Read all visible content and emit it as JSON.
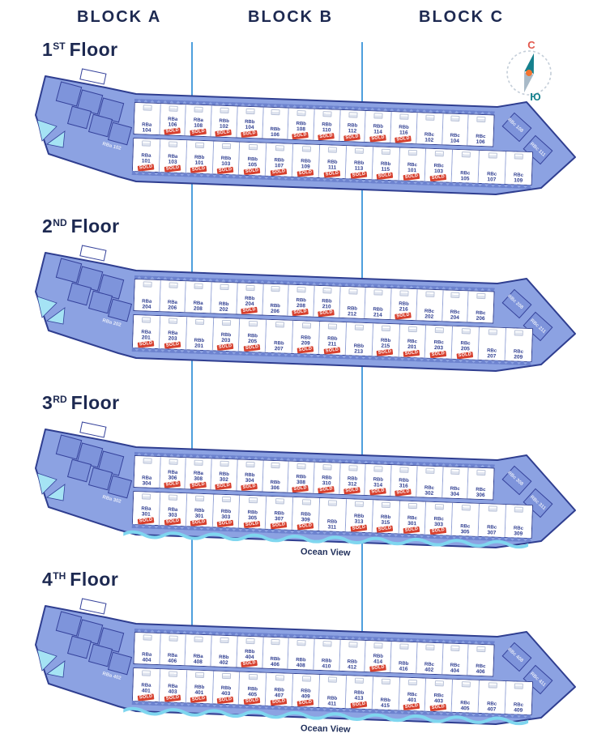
{
  "header": {
    "blocks": [
      "BLOCK A",
      "BLOCK B",
      "BLOCK C"
    ]
  },
  "compass": {
    "north": "С",
    "south": "Ю"
  },
  "ocean_view_label": "Ocean View",
  "sold_label": "SOLD",
  "colors": {
    "navy_text": "#1d2951",
    "building_fill": "#8ca2e2",
    "building_outline": "#2f3e90",
    "sold_red": "#d7402e",
    "divider_blue": "#4e9fdd",
    "ocean_cyan": "#7fd6ef",
    "pool_cyan": "#a5e3f4"
  },
  "floors": [
    {
      "ordinal": "1",
      "suffix": "ST",
      "word": "Floor",
      "ocean_view": false,
      "end_labels": {
        "left": "RBa 102",
        "right_top": "RBc 108",
        "right_bottom": "RBc 111"
      },
      "top_row": [
        {
          "code": "RBa",
          "num": "104",
          "sold": false
        },
        {
          "code": "RBa",
          "num": "106",
          "sold": true
        },
        {
          "code": "RBa",
          "num": "108",
          "sold": true
        },
        {
          "code": "RBb",
          "num": "102",
          "sold": true
        },
        {
          "code": "RBb",
          "num": "104",
          "sold": true
        },
        {
          "code": "RBb",
          "num": "106",
          "sold": false
        },
        {
          "code": "RBb",
          "num": "108",
          "sold": true
        },
        {
          "code": "RBb",
          "num": "110",
          "sold": true
        },
        {
          "code": "RBb",
          "num": "112",
          "sold": true
        },
        {
          "code": "RBb",
          "num": "114",
          "sold": true
        },
        {
          "code": "RBb",
          "num": "116",
          "sold": true
        },
        {
          "code": "RBc",
          "num": "102",
          "sold": false
        },
        {
          "code": "RBc",
          "num": "104",
          "sold": false
        },
        {
          "code": "RBc",
          "num": "106",
          "sold": false
        }
      ],
      "bottom_row": [
        {
          "code": "RBa",
          "num": "101",
          "sold": true
        },
        {
          "code": "RBa",
          "num": "103",
          "sold": true
        },
        {
          "code": "RBb",
          "num": "101",
          "sold": true
        },
        {
          "code": "RBb",
          "num": "103",
          "sold": true
        },
        {
          "code": "RBb",
          "num": "105",
          "sold": true
        },
        {
          "code": "RBb",
          "num": "107",
          "sold": true
        },
        {
          "code": "RBb",
          "num": "109",
          "sold": true
        },
        {
          "code": "RBb",
          "num": "111",
          "sold": true
        },
        {
          "code": "RBb",
          "num": "113",
          "sold": true
        },
        {
          "code": "RBb",
          "num": "115",
          "sold": true
        },
        {
          "code": "RBc",
          "num": "101",
          "sold": true
        },
        {
          "code": "RBc",
          "num": "103",
          "sold": true
        },
        {
          "code": "RBc",
          "num": "105",
          "sold": false
        },
        {
          "code": "RBc",
          "num": "107",
          "sold": false
        },
        {
          "code": "RBc",
          "num": "109",
          "sold": false
        }
      ]
    },
    {
      "ordinal": "2",
      "suffix": "ND",
      "word": "Floor",
      "ocean_view": false,
      "end_labels": {
        "left": "RBa 202",
        "right_top": "RBc 208",
        "right_bottom": "RBc 211"
      },
      "top_row": [
        {
          "code": "RBa",
          "num": "204",
          "sold": false
        },
        {
          "code": "RBa",
          "num": "206",
          "sold": false
        },
        {
          "code": "RBa",
          "num": "208",
          "sold": false
        },
        {
          "code": "RBb",
          "num": "202",
          "sold": false
        },
        {
          "code": "RBb",
          "num": "204",
          "sold": true
        },
        {
          "code": "RBb",
          "num": "206",
          "sold": false
        },
        {
          "code": "RBb",
          "num": "208",
          "sold": true
        },
        {
          "code": "RBb",
          "num": "210",
          "sold": true
        },
        {
          "code": "RBb",
          "num": "212",
          "sold": false
        },
        {
          "code": "RBb",
          "num": "214",
          "sold": false
        },
        {
          "code": "RBb",
          "num": "216",
          "sold": true
        },
        {
          "code": "RBc",
          "num": "202",
          "sold": false
        },
        {
          "code": "RBc",
          "num": "204",
          "sold": false
        },
        {
          "code": "RBc",
          "num": "206",
          "sold": false
        }
      ],
      "bottom_row": [
        {
          "code": "RBa",
          "num": "201",
          "sold": true
        },
        {
          "code": "RBa",
          "num": "203",
          "sold": true
        },
        {
          "code": "RBb",
          "num": "201",
          "sold": false
        },
        {
          "code": "RBb",
          "num": "203",
          "sold": true
        },
        {
          "code": "RBb",
          "num": "205",
          "sold": true
        },
        {
          "code": "RBb",
          "num": "207",
          "sold": false
        },
        {
          "code": "RBb",
          "num": "209",
          "sold": true
        },
        {
          "code": "RBb",
          "num": "211",
          "sold": true
        },
        {
          "code": "RBb",
          "num": "213",
          "sold": false
        },
        {
          "code": "RBb",
          "num": "215",
          "sold": true
        },
        {
          "code": "RBc",
          "num": "201",
          "sold": true
        },
        {
          "code": "RBc",
          "num": "203",
          "sold": true
        },
        {
          "code": "RBc",
          "num": "205",
          "sold": true
        },
        {
          "code": "RBc",
          "num": "207",
          "sold": false
        },
        {
          "code": "RBc",
          "num": "209",
          "sold": false
        }
      ]
    },
    {
      "ordinal": "3",
      "suffix": "RD",
      "word": "Floor",
      "ocean_view": true,
      "end_labels": {
        "left": "RBa 302",
        "right_top": "RBc 308",
        "right_bottom": "RBc 311"
      },
      "top_row": [
        {
          "code": "RBa",
          "num": "304",
          "sold": false
        },
        {
          "code": "RBa",
          "num": "306",
          "sold": true
        },
        {
          "code": "RBa",
          "num": "308",
          "sold": true
        },
        {
          "code": "RBb",
          "num": "302",
          "sold": true
        },
        {
          "code": "RBb",
          "num": "304",
          "sold": true
        },
        {
          "code": "RBb",
          "num": "306",
          "sold": false
        },
        {
          "code": "RBb",
          "num": "308",
          "sold": true
        },
        {
          "code": "RBb",
          "num": "310",
          "sold": true
        },
        {
          "code": "RBb",
          "num": "312",
          "sold": true
        },
        {
          "code": "RBb",
          "num": "314",
          "sold": true
        },
        {
          "code": "RBb",
          "num": "316",
          "sold": true
        },
        {
          "code": "RBc",
          "num": "302",
          "sold": false
        },
        {
          "code": "RBc",
          "num": "304",
          "sold": false
        },
        {
          "code": "RBc",
          "num": "306",
          "sold": false
        }
      ],
      "bottom_row": [
        {
          "code": "RBa",
          "num": "301",
          "sold": true
        },
        {
          "code": "RBa",
          "num": "303",
          "sold": true
        },
        {
          "code": "RBb",
          "num": "301",
          "sold": true
        },
        {
          "code": "RBb",
          "num": "303",
          "sold": true
        },
        {
          "code": "RBb",
          "num": "305",
          "sold": true
        },
        {
          "code": "RBb",
          "num": "307",
          "sold": true
        },
        {
          "code": "RBb",
          "num": "309",
          "sold": true
        },
        {
          "code": "RBb",
          "num": "311",
          "sold": false
        },
        {
          "code": "RBb",
          "num": "313",
          "sold": true
        },
        {
          "code": "RBb",
          "num": "315",
          "sold": true
        },
        {
          "code": "RBc",
          "num": "301",
          "sold": true
        },
        {
          "code": "RBc",
          "num": "303",
          "sold": true
        },
        {
          "code": "RBc",
          "num": "305",
          "sold": false
        },
        {
          "code": "RBc",
          "num": "307",
          "sold": false
        },
        {
          "code": "RBc",
          "num": "309",
          "sold": false
        }
      ]
    },
    {
      "ordinal": "4",
      "suffix": "TH",
      "word": "Floor",
      "ocean_view": true,
      "end_labels": {
        "left": "RBa 402",
        "right_top": "RBc 408",
        "right_bottom": "RBc 411"
      },
      "top_row": [
        {
          "code": "RBa",
          "num": "404",
          "sold": false
        },
        {
          "code": "RBa",
          "num": "406",
          "sold": false
        },
        {
          "code": "RBa",
          "num": "408",
          "sold": false
        },
        {
          "code": "RBb",
          "num": "402",
          "sold": false
        },
        {
          "code": "RBb",
          "num": "404",
          "sold": true
        },
        {
          "code": "RBb",
          "num": "406",
          "sold": false
        },
        {
          "code": "RBb",
          "num": "408",
          "sold": false
        },
        {
          "code": "RBb",
          "num": "410",
          "sold": false
        },
        {
          "code": "RBb",
          "num": "412",
          "sold": false
        },
        {
          "code": "RBb",
          "num": "414",
          "sold": true
        },
        {
          "code": "RBb",
          "num": "416",
          "sold": false
        },
        {
          "code": "RBc",
          "num": "402",
          "sold": false
        },
        {
          "code": "RBc",
          "num": "404",
          "sold": false
        },
        {
          "code": "RBc",
          "num": "406",
          "sold": false
        }
      ],
      "bottom_row": [
        {
          "code": "RBa",
          "num": "401",
          "sold": true
        },
        {
          "code": "RBa",
          "num": "403",
          "sold": true
        },
        {
          "code": "RBb",
          "num": "401",
          "sold": true
        },
        {
          "code": "RBb",
          "num": "403",
          "sold": true
        },
        {
          "code": "RBb",
          "num": "405",
          "sold": true
        },
        {
          "code": "RBb",
          "num": "407",
          "sold": true
        },
        {
          "code": "RBb",
          "num": "409",
          "sold": true
        },
        {
          "code": "RBb",
          "num": "411",
          "sold": false
        },
        {
          "code": "RBb",
          "num": "413",
          "sold": true
        },
        {
          "code": "RBb",
          "num": "415",
          "sold": false
        },
        {
          "code": "RBc",
          "num": "401",
          "sold": true
        },
        {
          "code": "RBc",
          "num": "403",
          "sold": true
        },
        {
          "code": "RBc",
          "num": "405",
          "sold": false
        },
        {
          "code": "RBc",
          "num": "407",
          "sold": false
        },
        {
          "code": "RBc",
          "num": "409",
          "sold": false
        }
      ]
    }
  ]
}
